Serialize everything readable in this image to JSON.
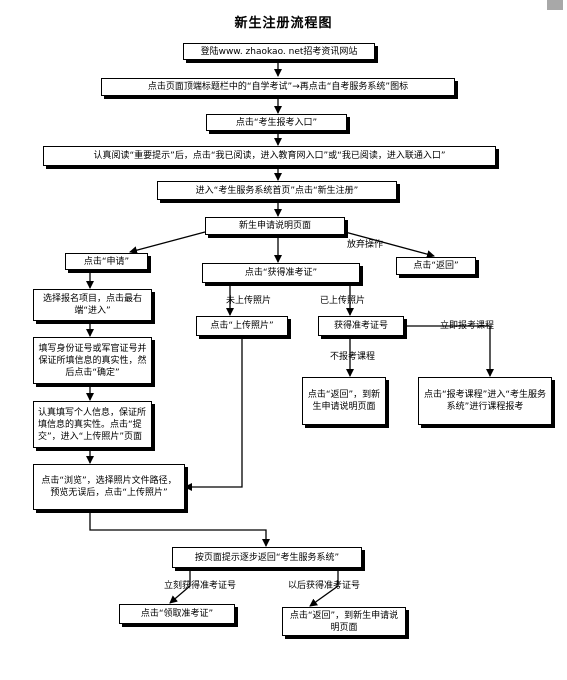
{
  "title": "新生注册流程图",
  "boxes": {
    "login": "登陆www. zhaokao. net招考资讯网站",
    "click_icon": "点击页面顶端标题栏中的“自学考试”→再点击“自考服务系统”图标",
    "register_entry": "点击“考生报考入口”",
    "read_notice": "认真阅读“重要提示”后，点击“我已阅读，进入教育网入口”或“我已阅读，进入联通入口”",
    "service_home": "进入“考生服务系统首页”点击“新生注册”",
    "apply_desc": "新生申请说明页面",
    "click_apply": "点击“申请”",
    "get_ticket": "点击“获得准考证”",
    "click_back": "点击“返回”",
    "select_item": "选择报名项目，点击最右端“进入”",
    "upload_photo": "点击“上传照片”",
    "got_ticket_no": "获得准考证号",
    "fill_id": "填写身份证号或军官证号并保证所填信息的真实性，然后点击“确定”",
    "back_apply": "点击“返回”，到新生申请说明页面",
    "register_course": "点击“报考课程”进入“考生服务系统”进行课程报考",
    "fill_personal": "认真填写个人信息，保证所填信息的真实性。点击“提交”，进入“上传照片”页面",
    "browse_photo": "点击“浏览”，选择照片文件路径，预览无误后，点击“上传照片”",
    "return_system": "按页面提示逐步返回“考生服务系统”",
    "get_admission": "点击“领取准考证”",
    "back_later": "点击“返回”，到新生申请说明页面"
  },
  "labels": {
    "give_up": "放弃操作",
    "not_uploaded": "未上传照片",
    "uploaded": "已上传照片",
    "register_now": "立即报考课程",
    "no_register": "不报考课程",
    "get_now": "立刻获得准考证号",
    "get_later": "以后获得准考证号"
  }
}
